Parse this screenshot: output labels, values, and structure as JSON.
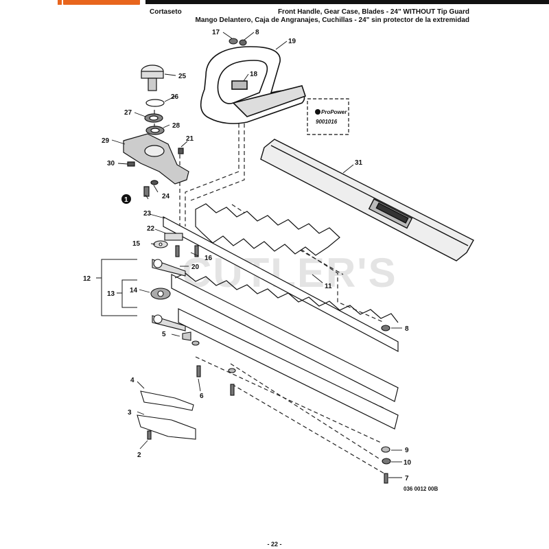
{
  "header": {
    "subtitle": "Cortaseto",
    "title_en": "Front Handle, Gear Case, Blades - 24\" WITHOUT Tip Guard",
    "title_es": "Mango Delantero, Caja de Angranajes, Cuchillas - 24\" sin protector de la extremidad",
    "brand_color": "#e8651d"
  },
  "callouts": {
    "c1": "1",
    "c2": "2",
    "c3": "3",
    "c4": "4",
    "c5": "5",
    "c6": "6",
    "c7": "7",
    "c8a": "8",
    "c8b": "8",
    "c9": "9",
    "c10": "10",
    "c11": "11",
    "c12": "12",
    "c13": "13",
    "c14": "14",
    "c15": "15",
    "c16": "16",
    "c17": "17",
    "c18": "18",
    "c19": "19",
    "c20": "20",
    "c21": "21",
    "c22": "22",
    "c23": "23",
    "c24": "24",
    "c25": "25",
    "c26": "26",
    "c27": "27",
    "c28": "28",
    "c29": "29",
    "c30": "30",
    "c31": "31"
  },
  "propower": {
    "label": "ProPower",
    "part_number": "9001016"
  },
  "watermark": "CUTLER'S",
  "drawing_code": "036 0012 00B",
  "page_number": "- 22 -"
}
